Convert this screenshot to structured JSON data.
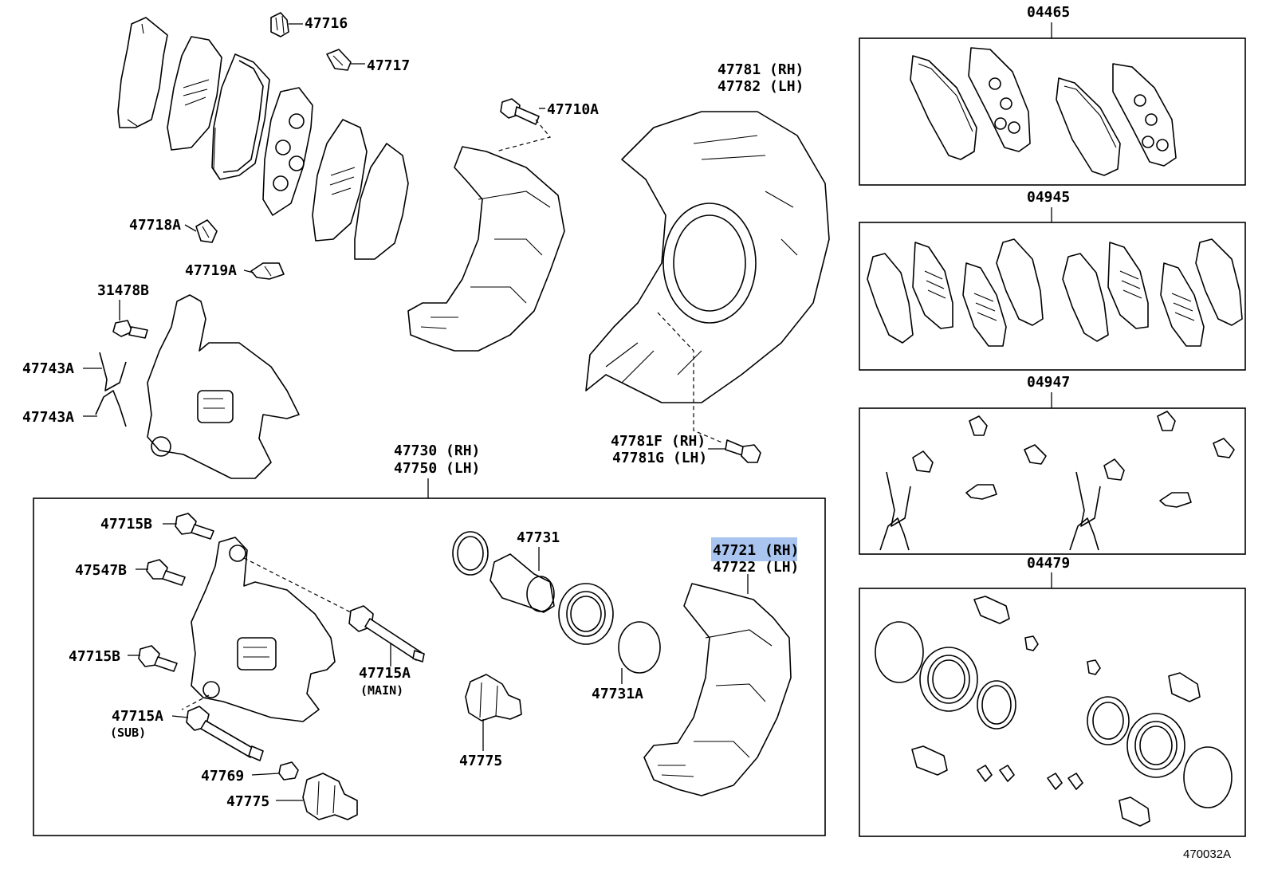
{
  "labels": {
    "p47716": "47716",
    "p47717": "47717",
    "p47710A": "47710A",
    "p47718A": "47718A",
    "p47719A": "47719A",
    "p31478B": "31478B",
    "p47743A_1": "47743A",
    "p47743A_2": "47743A",
    "p47781_rh": "47781 (RH)",
    "p47782_lh": "47782 (LH)",
    "p47781F_rh": "47781F (RH)",
    "p47781G_lh": "47781G (LH)",
    "p47730_rh": "47730 (RH)",
    "p47750_lh": "47750 (LH)",
    "p47715B_1": "47715B",
    "p47547B": "47547B",
    "p47715B_2": "47715B",
    "p47715A_main": "47715A",
    "main_note": "(MAIN)",
    "p47715A_sub": "47715A",
    "sub_note": "(SUB)",
    "p47769": "47769",
    "p47775_1": "47775",
    "p47731": "47731",
    "p47731A": "47731A",
    "p47775_2": "47775",
    "p47721_rh": "47721 (RH)",
    "p47722_lh": "47722 (LH)",
    "k04465": "04465",
    "k04945": "04945",
    "k04947": "04947",
    "k04479": "04479",
    "footer": "470032A"
  },
  "highlight": {
    "label": "47721 (RH)",
    "color": "#a9c4ee"
  },
  "colors": {
    "line": "#000000",
    "background": "#ffffff"
  }
}
